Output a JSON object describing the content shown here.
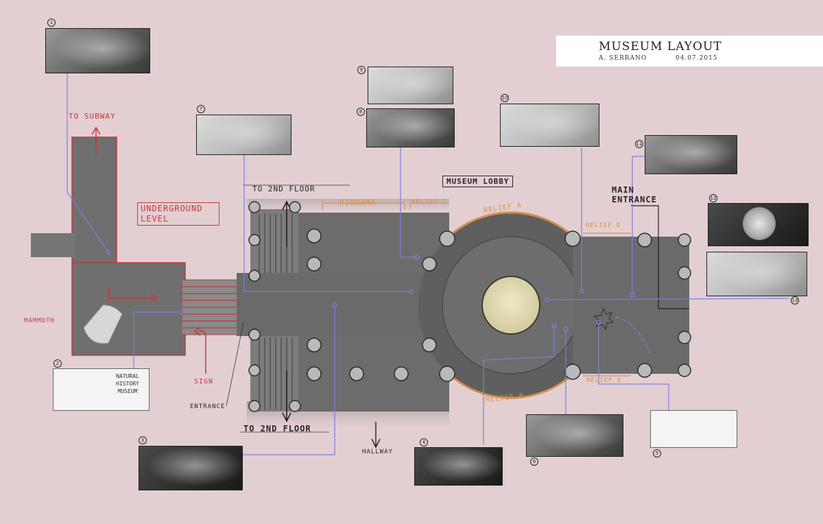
{
  "title_card": {
    "title": "MUSEUM LAYOUT",
    "author": "A. SERRANO",
    "date": "04.07.2015"
  },
  "labels": {
    "to_subway": "TO SUBWAY",
    "underground_level": "UNDERGROUND LEVEL",
    "mammoth": "MAMMOTH",
    "sign": "SIGN",
    "entrance": "ENTRANCE",
    "to_2nd_floor_top": "TO 2ND FLOOR",
    "to_2nd_floor_bottom": "TO 2ND FLOOR",
    "hallway": "HALLWAY",
    "museum_lobby": "MUSEUM LOBBY",
    "main_entrance_line1": "MAIN",
    "main_entrance_line2": "ENTRANCE",
    "diorama": "DIORAMA",
    "relief_a": "RELIEF A",
    "relief_b": "RELIEF B",
    "relief_c": "RELIEF C",
    "relief_d": "RELIEF D",
    "relief_e": "RELIEF E"
  },
  "sign_sketch": {
    "line1": "NATURAL",
    "line2": "HISTORY",
    "line3": "MUSEUM"
  },
  "panel_numbers": [
    "1",
    "2",
    "3",
    "4",
    "5",
    "6",
    "7",
    "8",
    "9",
    "10",
    "11",
    "12",
    "13"
  ],
  "colors": {
    "background": "#e3cfd2",
    "floor": "#6e6e6e",
    "underground_outline": "#c0393c",
    "connector_lines": "#7a7fe0",
    "relief_labels": "#d68e4a",
    "center_disc": "#e4deb0"
  }
}
